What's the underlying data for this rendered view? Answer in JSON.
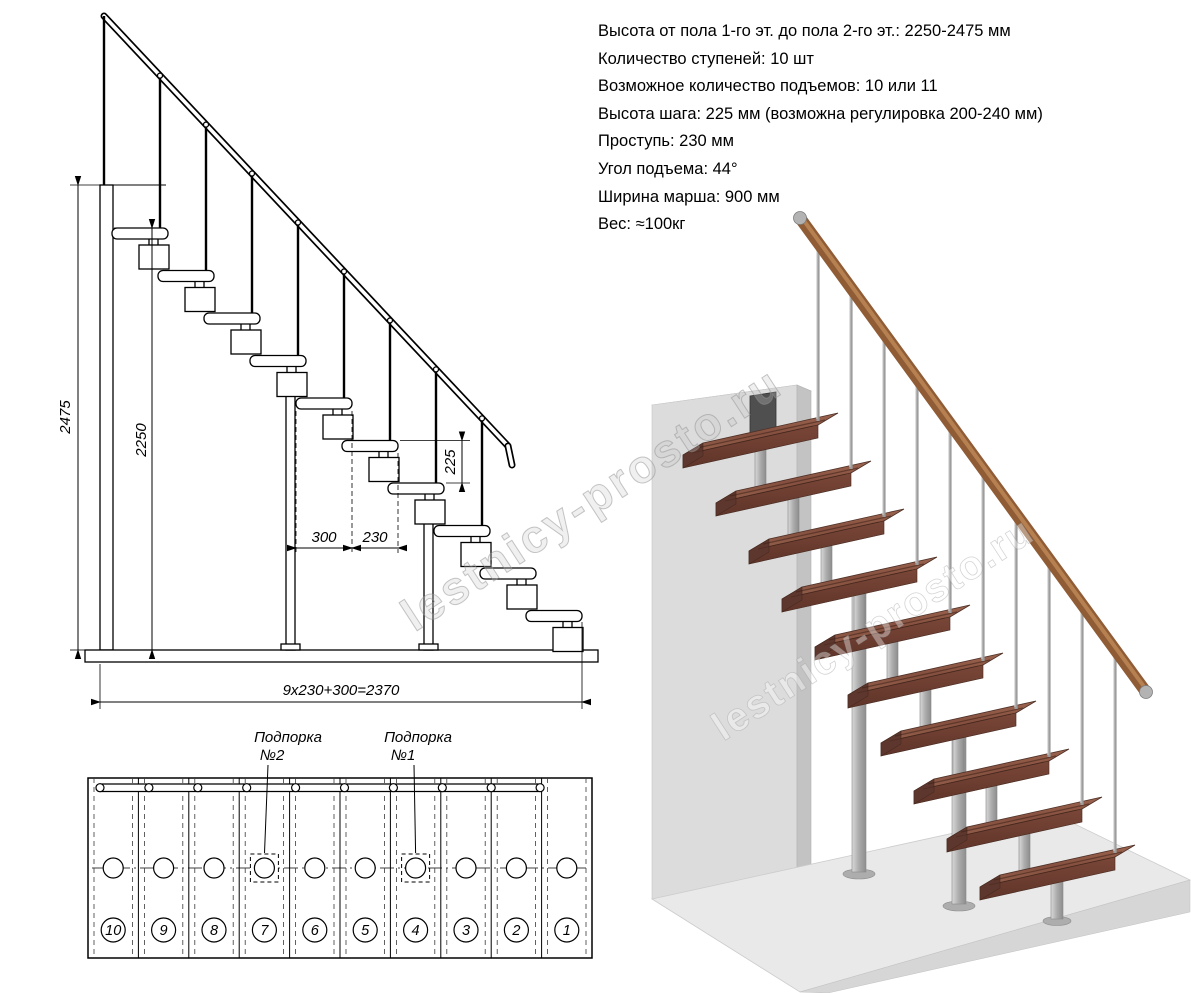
{
  "specs": {
    "lines": [
      "Высота от пола 1-го эт. до пола 2-го эт.: 2250-2475 мм",
      "Количество ступеней: 10 шт",
      "Возможное количество подъемов: 10 или 11",
      "Высота шага: 225 мм (возможна регулировка 200-240 мм)",
      "Проступь: 230 мм",
      "Угол подъема: 44°",
      "Ширина марша: 900 мм",
      "Вес: ≈100кг"
    ]
  },
  "elevation": {
    "dim_total_height": "2475",
    "dim_rail_height": "2250",
    "dim_rise": "225",
    "dim_tread_depth": "300",
    "dim_run": "230",
    "dim_total_run": "9x230+300=2370"
  },
  "plan": {
    "support2_label_line1": "Подпорка",
    "support2_label_line2": "№2",
    "support1_label_line1": "Подпорка",
    "support1_label_line2": "№1",
    "step_numbers": [
      "10",
      "9",
      "8",
      "7",
      "6",
      "5",
      "4",
      "3",
      "2",
      "1"
    ]
  },
  "watermark": {
    "text": "lestnicy-prosto.ru"
  },
  "colors": {
    "wood": "#85503f",
    "handrail": "#8f5c36",
    "metal": "#a8a8a8",
    "wall": "#dcdcdc",
    "line": "#000000"
  }
}
